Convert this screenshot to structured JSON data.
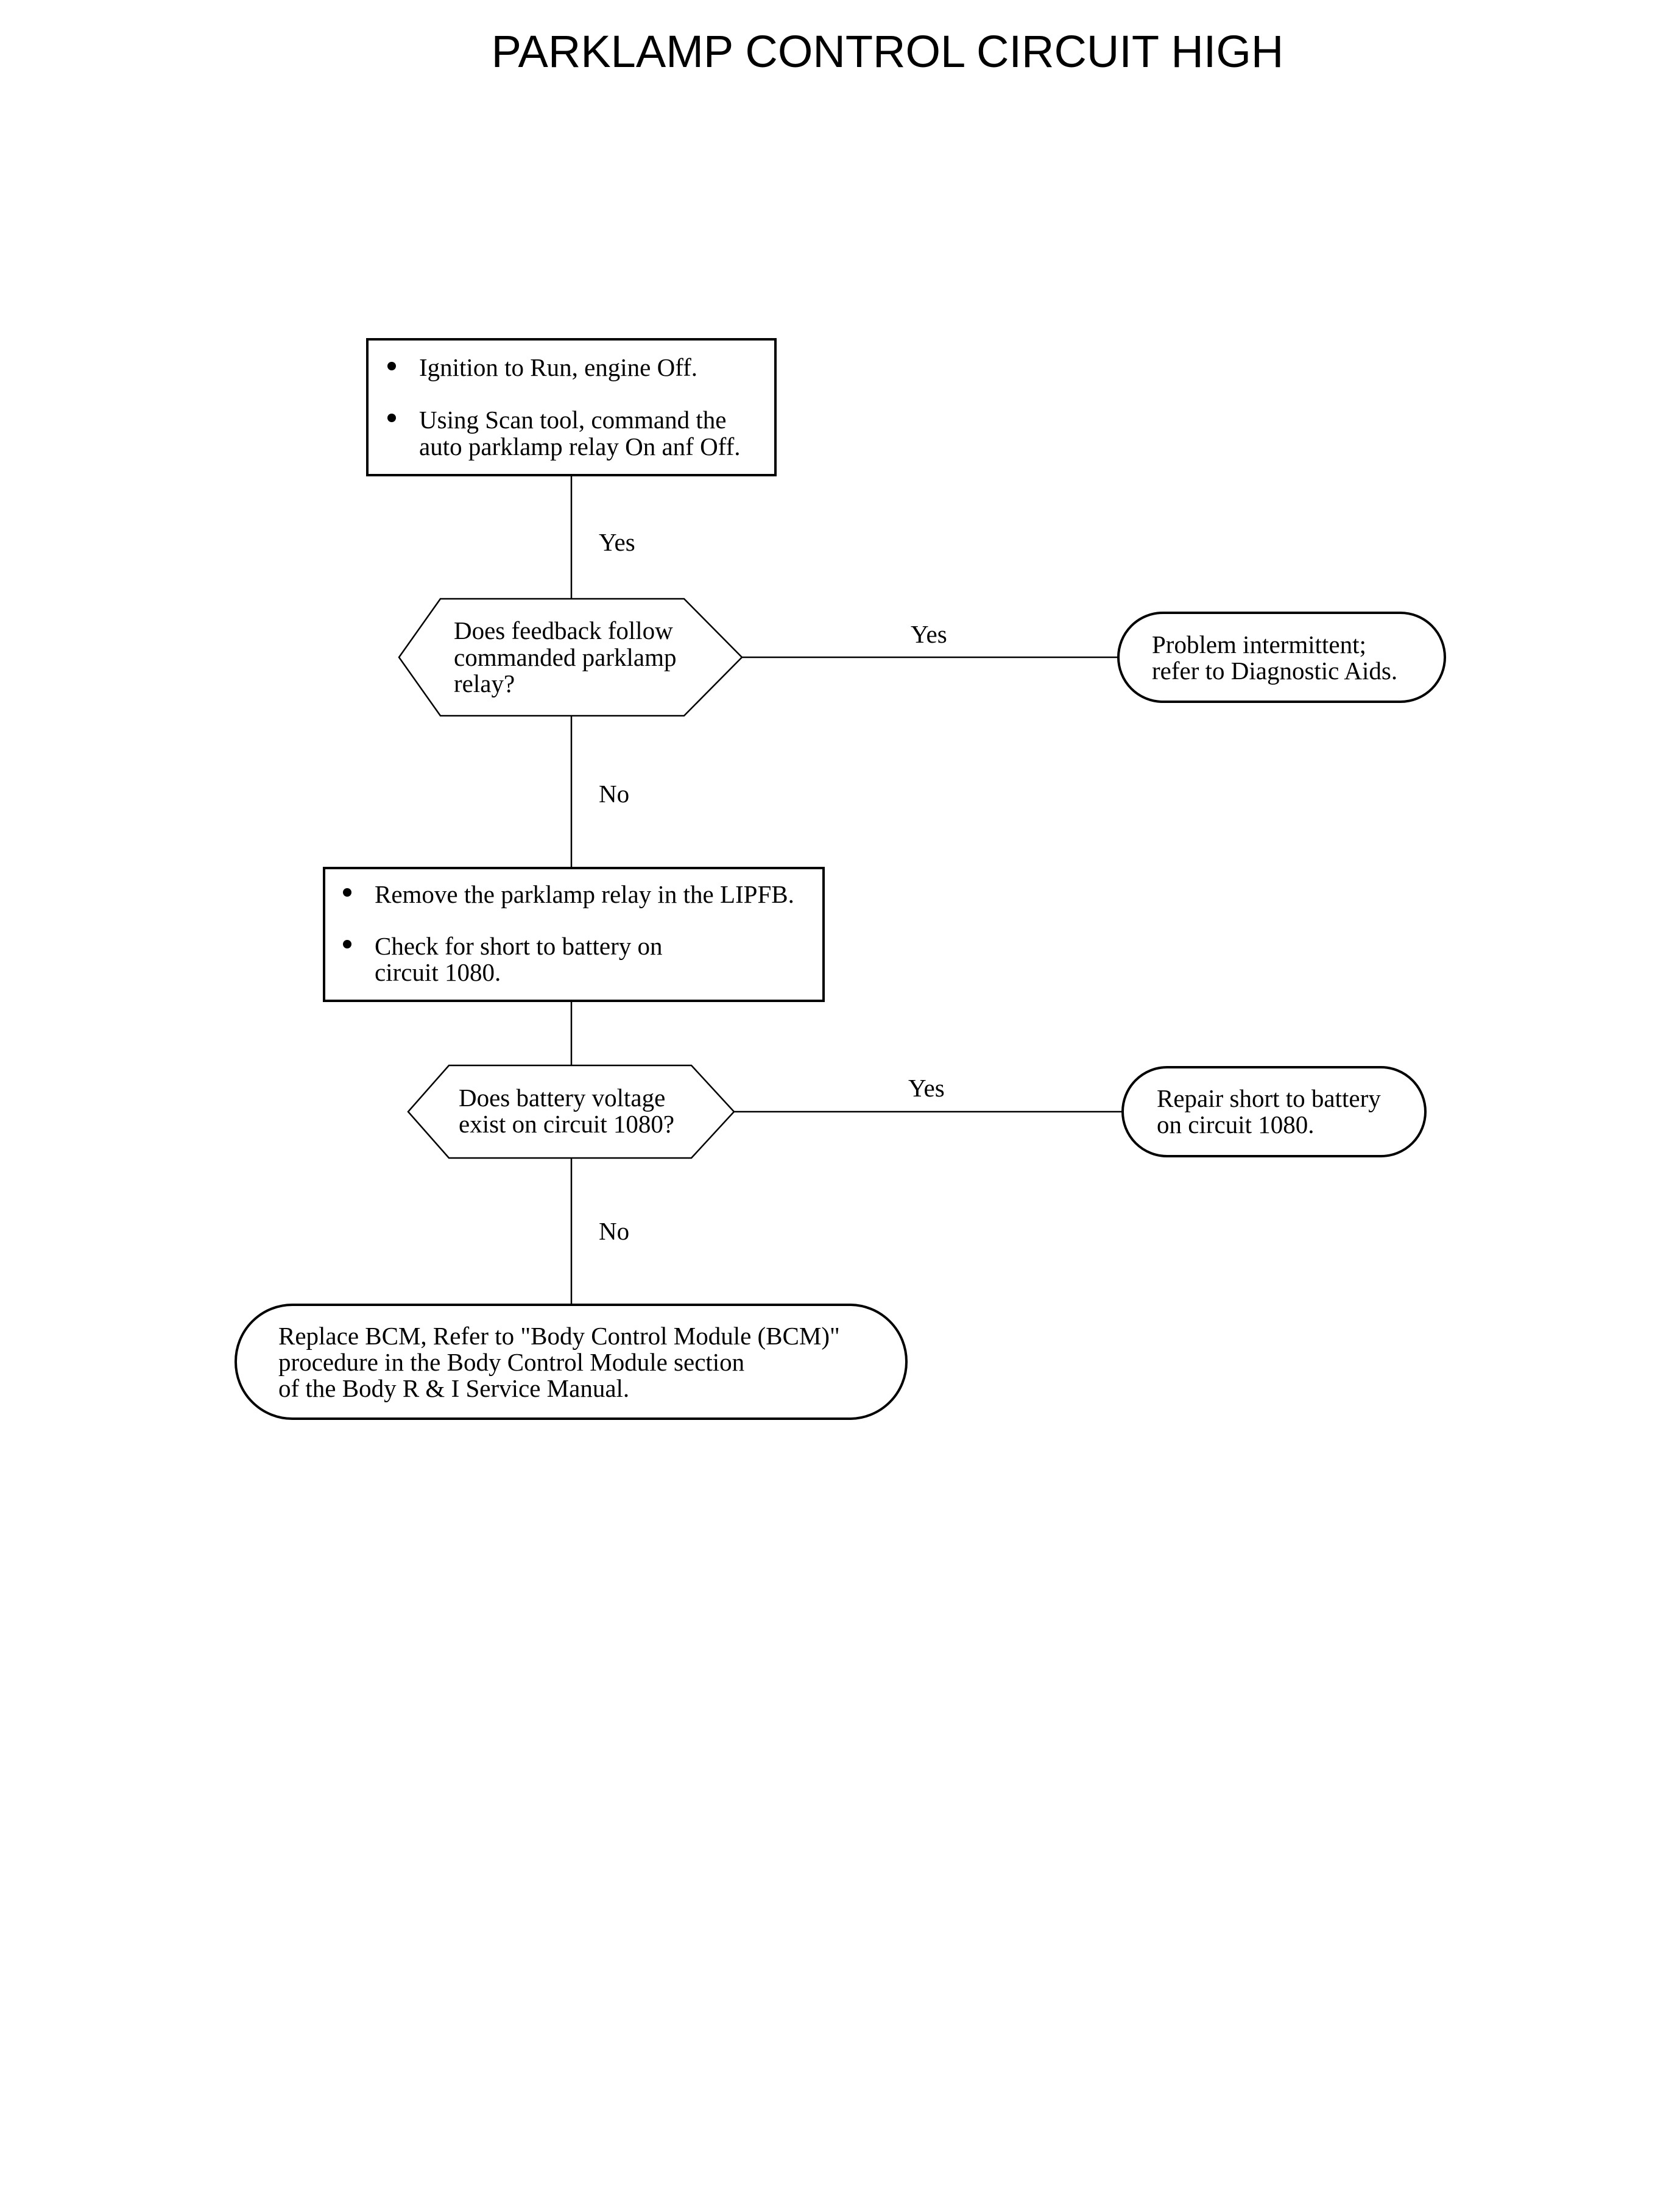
{
  "title": "PARKLAMP CONTROL CIRCUIT HIGH",
  "step1": {
    "bullets": [
      [
        "Ignition to Run, engine Off."
      ],
      [
        "Using Scan tool, command the",
        "auto parklamp relay On anf Off."
      ]
    ]
  },
  "edge_step1_decision1": "Yes",
  "decision1": {
    "lines": [
      "Does feedback follow",
      "commanded parklamp",
      "relay?"
    ]
  },
  "edge_decision1_yes": "Yes",
  "result1": {
    "lines": [
      "Problem intermittent;",
      "refer to Diagnostic Aids."
    ]
  },
  "edge_decision1_no": "No",
  "step2": {
    "bullets": [
      [
        "Remove the parklamp relay in the LIPFB."
      ],
      [
        "Check for short to battery on",
        "circuit 1080."
      ]
    ]
  },
  "decision2": {
    "lines": [
      "Does battery voltage",
      "exist on circuit 1080?"
    ]
  },
  "edge_decision2_yes": "Yes",
  "result2": {
    "lines": [
      "Repair short to battery",
      "on circuit 1080."
    ]
  },
  "edge_decision2_no": "No",
  "result3": {
    "lines": [
      "Replace BCM, Refer to \"Body Control Module (BCM)\"",
      "procedure in the Body Control Module section",
      "of the Body R & I Service Manual."
    ]
  }
}
